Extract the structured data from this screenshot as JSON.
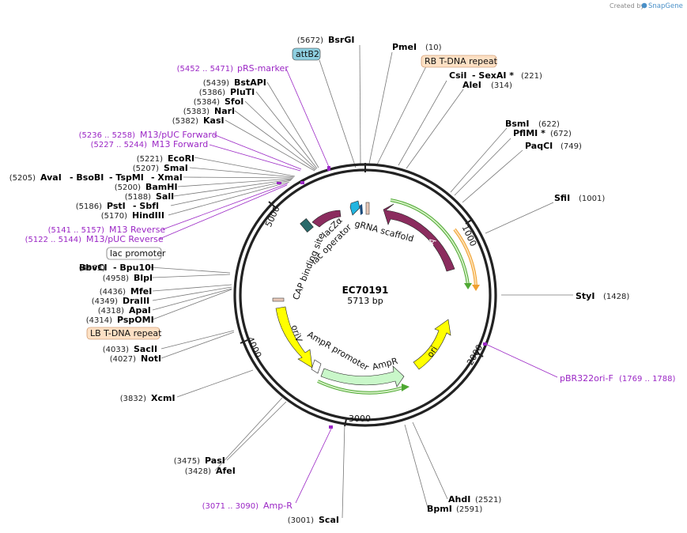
{
  "credit": {
    "prefix": "Created by",
    "brand": "SnapGene"
  },
  "plasmid": {
    "name": "EC70191",
    "size_label": "5713 bp"
  },
  "ticks": [
    "1000",
    "2000",
    "3000",
    "4000",
    "5000"
  ],
  "enzymes_left": [
    {
      "pos": "(5672)",
      "name": "BsrGI"
    },
    {
      "pos": "(5439)",
      "name": "BstAPI"
    },
    {
      "pos": "(5386)",
      "name": "PluTI"
    },
    {
      "pos": "(5384)",
      "name": "SfoI"
    },
    {
      "pos": "(5383)",
      "name": "NarI"
    },
    {
      "pos": "(5382)",
      "name": "KasI"
    },
    {
      "pos": "(5221)",
      "name": "EcoRI"
    },
    {
      "pos": "(5207)",
      "name": "SmaI"
    },
    {
      "pos": "(5205)",
      "name": "AvaI"
    },
    {
      "pos": "",
      "name": "- BsoBI"
    },
    {
      "pos": "",
      "name": "- TspMI"
    },
    {
      "pos": "",
      "name": "- XmaI"
    },
    {
      "pos": "(5200)",
      "name": "BamHI"
    },
    {
      "pos": "(5188)",
      "name": "SalI"
    },
    {
      "pos": "(5186)",
      "name": "PstI"
    },
    {
      "pos": "",
      "name": "- SbfI"
    },
    {
      "pos": "(5170)",
      "name": "HindIII"
    },
    {
      "pos": "(4963)",
      "name": "BbvCI"
    },
    {
      "pos": "",
      "name": "- Bpu10I"
    },
    {
      "pos": "(4958)",
      "name": "BlpI"
    },
    {
      "pos": "(4436)",
      "name": "MfeI"
    },
    {
      "pos": "(4349)",
      "name": "DraIII"
    },
    {
      "pos": "(4318)",
      "name": "ApaI"
    },
    {
      "pos": "(4314)",
      "name": "PspOMI"
    },
    {
      "pos": "(4033)",
      "name": "SacII"
    },
    {
      "pos": "(4027)",
      "name": "NotI"
    },
    {
      "pos": "(3832)",
      "name": "XcmI"
    },
    {
      "pos": "(3475)",
      "name": "PasI"
    },
    {
      "pos": "(3428)",
      "name": "AfeI"
    },
    {
      "pos": "(3001)",
      "name": "ScaI"
    }
  ],
  "enzymes_right": [
    {
      "name": "PmeI",
      "pos": "(10)"
    },
    {
      "name": "CsiI",
      "pos": ""
    },
    {
      "name": "- SexAI *",
      "pos": "(221)"
    },
    {
      "name": "AleI",
      "pos": "(314)"
    },
    {
      "name": "BsmI",
      "pos": "(622)"
    },
    {
      "name": "PflMI *",
      "pos": "(672)"
    },
    {
      "name": "PaqCI",
      "pos": "(749)"
    },
    {
      "name": "SfiI",
      "pos": "(1001)"
    },
    {
      "name": "StyI",
      "pos": "(1428)"
    },
    {
      "name": "AhdI",
      "pos": "(2521)"
    },
    {
      "name": "BpmI",
      "pos": "(2591)"
    }
  ],
  "primers": [
    {
      "range": "(5452 .. 5471)",
      "name": "pRS-marker"
    },
    {
      "range": "(5236 .. 5258)",
      "name": "M13/pUC Forward"
    },
    {
      "range": "(5227 .. 5244)",
      "name": "M13 Forward"
    },
    {
      "range": "(5141 .. 5157)",
      "name": "M13 Reverse"
    },
    {
      "range": "(5122 .. 5144)",
      "name": "M13/pUC Reverse"
    },
    {
      "name": "pBR322ori-F",
      "range": "(1769 .. 1788)"
    },
    {
      "range": "(3071 .. 3090)",
      "name": "Amp-R"
    }
  ],
  "boxed_labels": [
    "attB2",
    "RB T-DNA repeat",
    "lac promoter",
    "LB T-DNA repeat"
  ],
  "features": [
    "trfA",
    "gRNA scaffold",
    "lacZα",
    "lac operator",
    "CAP binding site",
    "oriV",
    "AmpR promoter",
    "AmpR",
    "ori"
  ],
  "colors": {
    "primer": "#9b27c5",
    "trfA": "#8b2c5e",
    "oriV": "#ffff00",
    "ori": "#ffff00",
    "AmpR": "#c9f7c9",
    "RB": "#fde0c4",
    "attB2": "#8ecfe0",
    "gRNA": "#22b5e0",
    "green_arrow": "#4ea832",
    "orange_arrow": "#f0a030"
  }
}
